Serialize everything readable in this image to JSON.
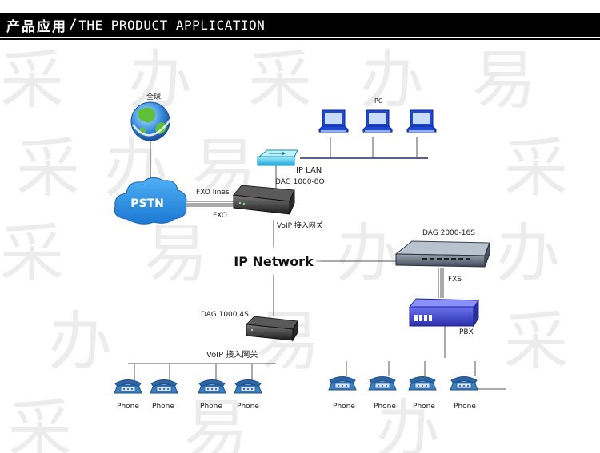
{
  "header": {
    "title_cn": "产品应用",
    "separator": "/",
    "title_en": "THE PRODUCT APPLICATION"
  },
  "watermark": {
    "char1": "采",
    "char2": "办",
    "char3": "易"
  },
  "labels": {
    "global": "全球",
    "pstn": "PSTN",
    "fxo_lines": "FXO lines",
    "fxo": "FXO",
    "dag_1000_8o": "DAG 1000-8O",
    "voip_gateway_top": "VoIP 接入网关",
    "pc": "PC",
    "ip_lan": "IP LAN",
    "ip_network": "IP Network",
    "dag_2000_16s": "DAG 2000-16S",
    "fxs": "FXS",
    "pbx": "PBX",
    "dag_1000_4s": "DAG 1000 4S",
    "voip_gateway_bottom": "VoIP 接入网关",
    "phone": "Phone"
  },
  "colors": {
    "network_cloud": "#2f8fe0",
    "monitor_blue": "#1e49d6",
    "pbx_blue": "#3a3fc9",
    "header": "#000000"
  }
}
